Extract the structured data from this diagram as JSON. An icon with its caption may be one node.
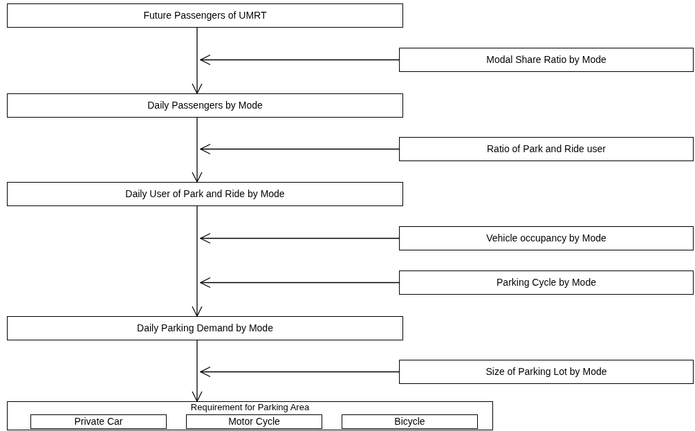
{
  "diagram": {
    "nodes": [
      {
        "text": [
          "Future Passengers of UMRT"
        ]
      },
      {
        "text": [
          "Modal Share Ratio by Mode"
        ]
      },
      {
        "text": [
          "Daily Passengers by Mode"
        ]
      },
      {
        "text": [
          "Ratio of Park and Ride user"
        ]
      },
      {
        "text": [
          "Daily User of Park and Ride by Mode"
        ]
      },
      {
        "text": [
          "Vehicle occupancy by Mode"
        ]
      },
      {
        "text": [
          "Parking Cycle by Mode"
        ]
      },
      {
        "text": [
          "Daily Parking Demand by Mode"
        ]
      },
      {
        "text": [
          "Size of Parking Lot by Mode"
        ]
      },
      {
        "text": [
          "Requirement for Parking Area"
        ]
      },
      {
        "text": [
          "Private Car"
        ],
        "in": 9
      },
      {
        "text": [
          "Motor Cycle"
        ],
        "in": 9
      },
      {
        "text": [
          "Bicycle"
        ],
        "in": 9
      }
    ],
    "edges": [
      {
        "from": 0,
        "to": 2,
        "arrow": "to"
      },
      {
        "from": 1,
        "to": null,
        "arrow": "to"
      },
      {
        "from": 2,
        "to": 4,
        "arrow": "to"
      },
      {
        "from": 3,
        "to": null,
        "arrow": "to"
      },
      {
        "from": 4,
        "to": 7,
        "arrow": "to"
      },
      {
        "from": 5,
        "to": null,
        "arrow": "to"
      },
      {
        "from": 6,
        "to": null,
        "arrow": "to"
      },
      {
        "from": 7,
        "to": 9,
        "arrow": "to"
      },
      {
        "from": 8,
        "to": null,
        "arrow": "to"
      }
    ]
  }
}
